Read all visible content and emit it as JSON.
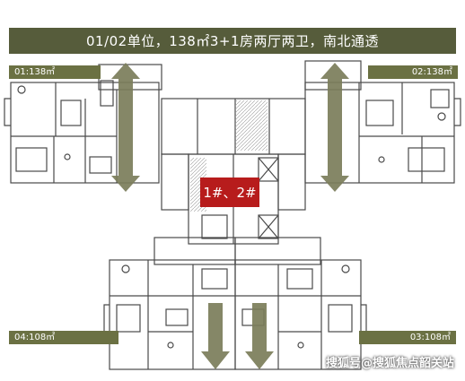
{
  "header": {
    "title": "01/02单位，138㎡3+1房两厅两卫，南北通透"
  },
  "units": {
    "u01": "01:138㎡",
    "u02": "02:138㎡",
    "u03": "03:108㎡",
    "u04": "04:108㎡"
  },
  "building_tag": "1#、2#",
  "watermark": "搜狐号@搜狐焦点韶关站",
  "colors": {
    "title_bar": "#565c3b",
    "label_bg": "#6b7143",
    "arrow": "#7b7d5a",
    "badge": "#b71c1c",
    "walls": "#4a4a4a"
  }
}
